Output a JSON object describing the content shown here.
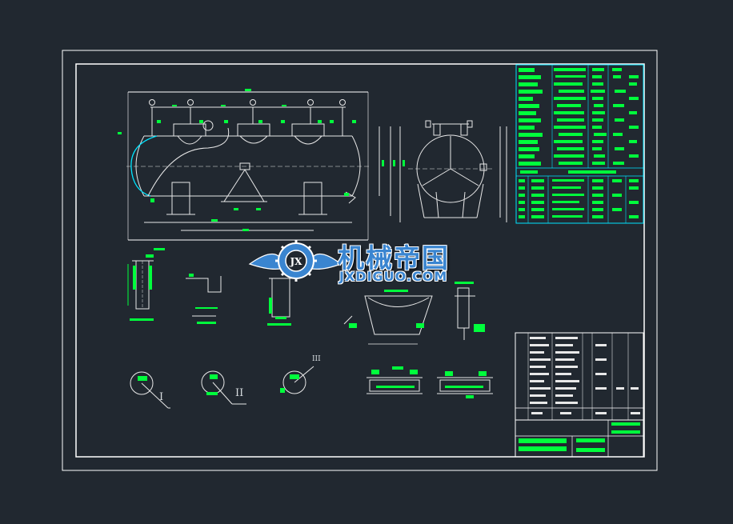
{
  "watermark": {
    "title": "机械帝国",
    "subtitle": "JXDIGUO.COM",
    "logo_letters": "JX"
  },
  "detail_labels": {
    "d1": "I",
    "d2": "II",
    "d3": "III"
  },
  "colors": {
    "background": "#212830",
    "frame": "#ffffff",
    "cad_green": "#00ff3c",
    "cad_cyan": "#00e5ff",
    "cad_white": "#e8e8e8",
    "watermark_blue": "#3a85d0"
  }
}
